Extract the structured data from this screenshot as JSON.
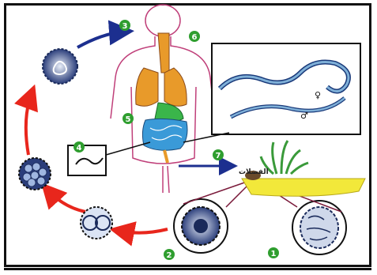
{
  "diagram": {
    "stages": [
      {
        "id": "1",
        "label": "1"
      },
      {
        "id": "2",
        "label": "2"
      },
      {
        "id": "3",
        "label": "3"
      },
      {
        "id": "4",
        "label": "4"
      },
      {
        "id": "5",
        "label": "5"
      },
      {
        "id": "6",
        "label": "6"
      },
      {
        "id": "7",
        "label": "7"
      }
    ],
    "feces_label": "الفضلات",
    "female_symbol": "♀",
    "male_symbol": "♂",
    "colors": {
      "cycle_arrow_red": "#e8261c",
      "cycle_arrow_blue": "#1c2f8f",
      "badge_green": "#2f9e2f",
      "body_outline": "#c0407a",
      "lungs": "#e89a2a",
      "intestine": "#3a9ad8",
      "stomach": "#3ab54a",
      "soil": "#f2e83a",
      "worm": "#7fb0d8"
    }
  }
}
